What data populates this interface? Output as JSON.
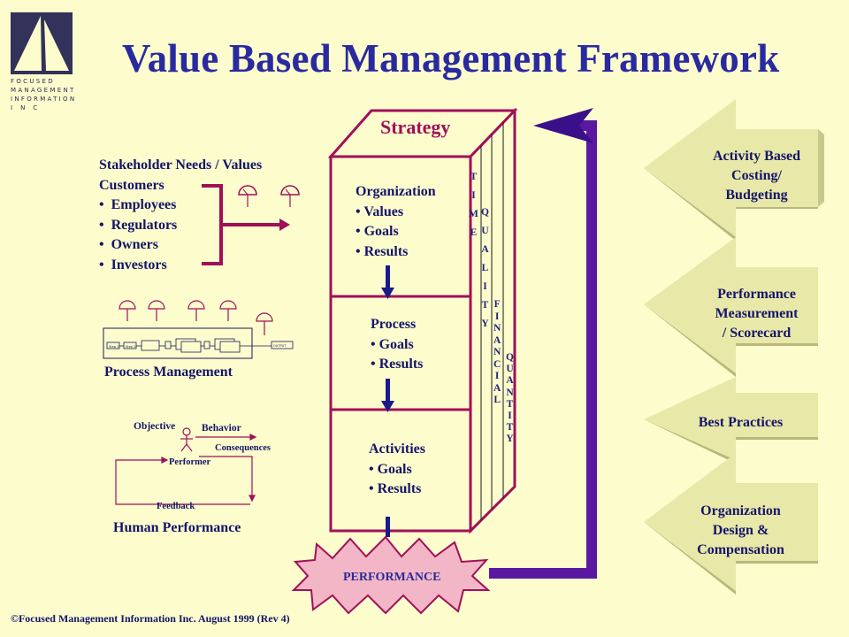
{
  "title": "Value Based Management Framework",
  "logo": {
    "lines": [
      "FOCUSED",
      "MANAGEMENT",
      "INFORMATION",
      "INC"
    ]
  },
  "stakeholders": {
    "heading": "Stakeholder Needs / Values",
    "group": "Customers",
    "items": [
      "Employees",
      "Regulators",
      "Owners",
      "Investors"
    ]
  },
  "process_management": {
    "label": "Process Management",
    "step_labels": [
      "Step 1",
      "Step 2",
      "OUTPUT"
    ]
  },
  "human_performance": {
    "label": "Human Performance",
    "objective": "Objective",
    "behavior": "Behavior",
    "consequences": "Consequences",
    "performer": "Performer",
    "feedback": "Feedback"
  },
  "box": {
    "strategy": "Strategy",
    "organization": {
      "heading": "Organization",
      "items": [
        "Values",
        "Goals",
        "Results"
      ]
    },
    "process": {
      "heading": "Process",
      "items": [
        "Goals",
        "Results"
      ]
    },
    "activities": {
      "heading": "Activities",
      "items": [
        "Goals",
        "Results"
      ]
    },
    "side_labels": {
      "time": "TIME",
      "quality": "QUALITY",
      "financial": "FINANCIAL",
      "quantity": "QUANTITY"
    }
  },
  "performance": "PERFORMANCE",
  "right_arrows": [
    {
      "lines": [
        "Activity Based",
        "Costing/",
        "Budgeting"
      ]
    },
    {
      "lines": [
        "Performance",
        "Measurement",
        "/ Scorecard"
      ]
    },
    {
      "lines": [
        "Best Practices"
      ]
    },
    {
      "lines": [
        "Organization",
        "Design &",
        "Compensation"
      ]
    }
  ],
  "footer": "©Focused Management Information Inc. August 1999 (Rev 4)",
  "colors": {
    "background": "#fcfccd",
    "title": "#2a2aa0",
    "box_outline": "#a0105a",
    "feedback_arrow": "#5a18a0",
    "flow_arrow": "#1a1a8a",
    "performance_burst": "#f2b6c6",
    "right_arrow_face": "#e8e8a8",
    "right_arrow_shadow": "#b8b878"
  }
}
